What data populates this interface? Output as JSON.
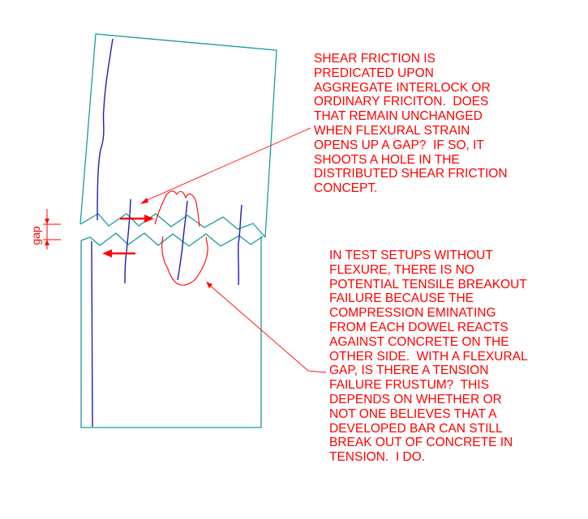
{
  "note_top": [
    "SHEAR FRICTION IS",
    "PREDICATED UPON",
    "AGGREGATE INTERLOCK OR",
    "ORDINARY FRICITON.  DOES",
    "THAT REMAIN UNCHANGED",
    "WHEN FLEXURAL STRAIN",
    "OPENS UP A GAP?  IF SO, IT",
    "SHOOTS A HOLE IN THE",
    "DISTRIBUTED SHEAR FRICTION",
    "CONCEPT."
  ],
  "note_bottom": [
    "IN TEST SETUPS WITHOUT",
    "FLEXURE, THERE IS NO",
    "POTENTIAL TENSILE BREAKOUT",
    "FAILURE BECAUSE THE",
    "COMPRESSION EMINATING",
    "FROM EACH DOWEL REACTS",
    "AGAINST CONCRETE ON THE",
    "OTHER SIDE.  WITH A FLEXURAL",
    "GAP, IS THERE A TENSION",
    "FAILURE FRUSTUM?  THIS",
    "DEPENDS ON WHETHER OR",
    "NOT ONE BELIEVES THAT A",
    "DEVELOPED BAR CAN STILL",
    "BREAK OUT OF CONCRETE IN",
    "TENSION.  I DO."
  ],
  "gap_label": "gap",
  "colors": {
    "outline": "#1a9c9c",
    "bars": "#1f1fb8",
    "annotation": "#ff0000"
  }
}
